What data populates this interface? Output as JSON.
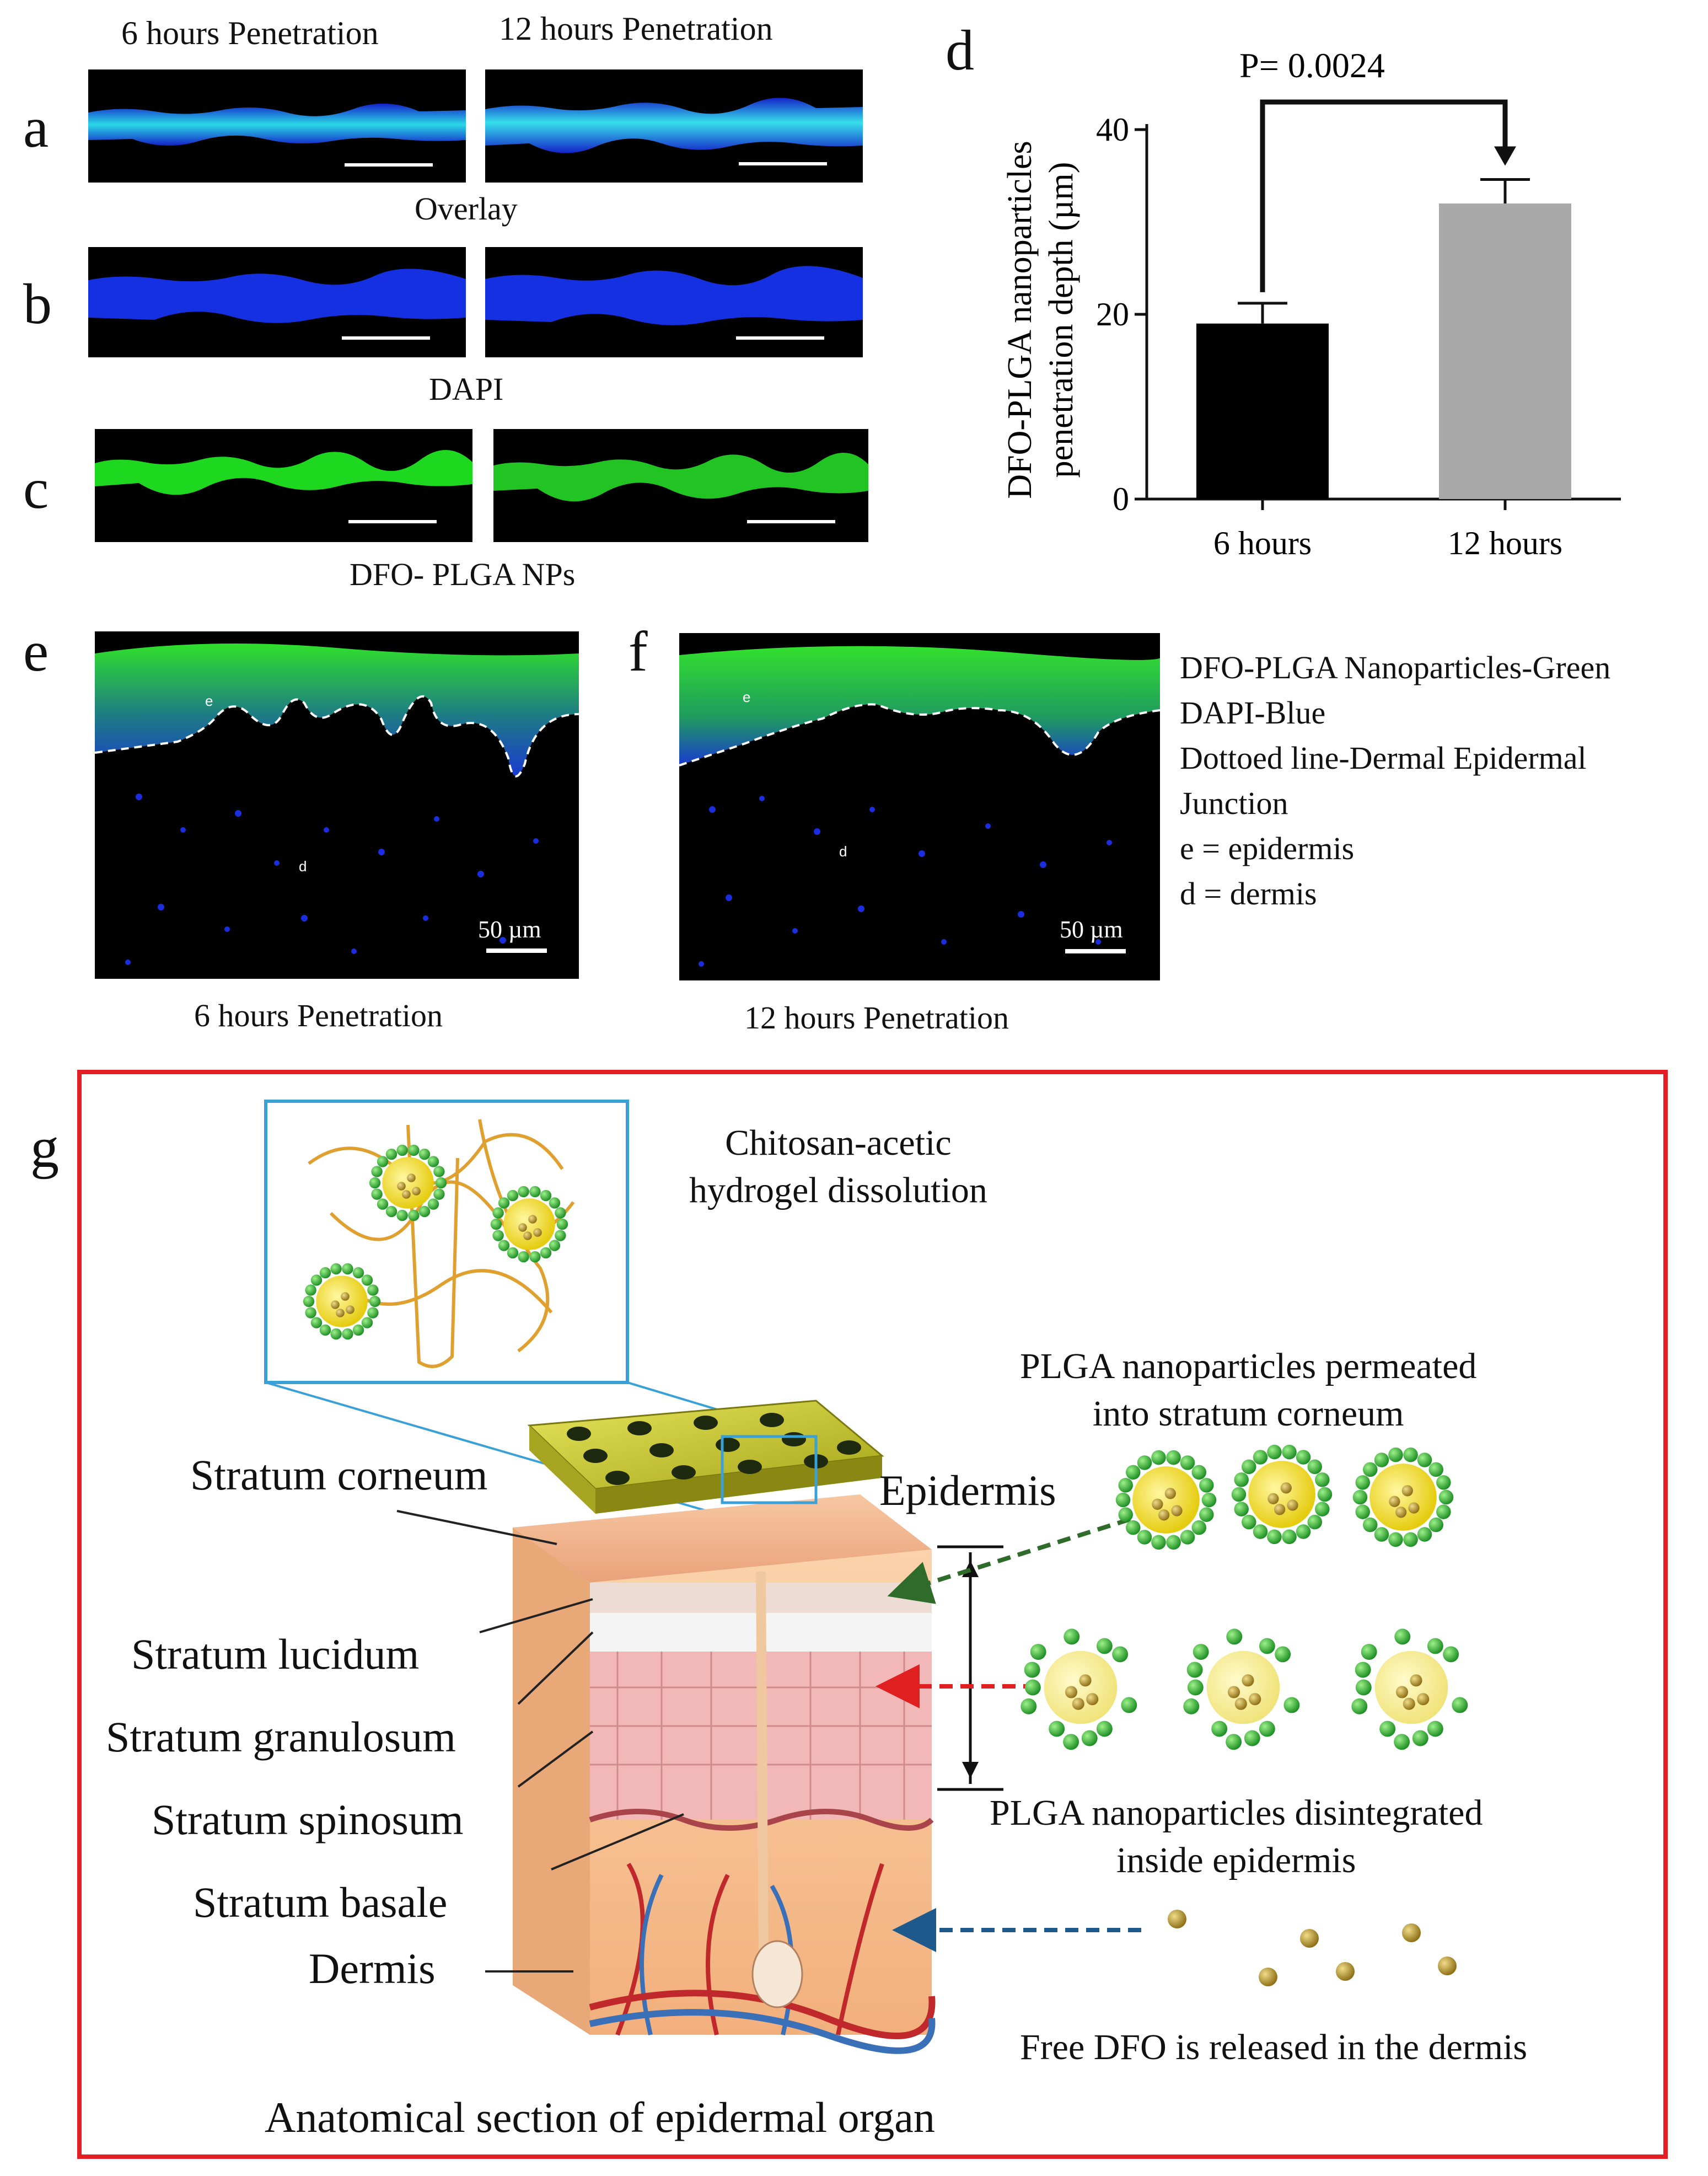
{
  "panels": {
    "a": {
      "letter": "a",
      "col_titles": [
        "6 hours Penetration",
        "12 hours Penetration"
      ],
      "caption": "Overlay"
    },
    "b": {
      "letter": "b",
      "caption": "DAPI"
    },
    "c": {
      "letter": "c",
      "caption": "DFO- PLGA NPs"
    },
    "d": {
      "letter": "d"
    },
    "e": {
      "letter": "e",
      "scale_label": "50 µm",
      "caption": "6 hours Penetration",
      "mark_e": "e",
      "mark_d": "d"
    },
    "f": {
      "letter": "f",
      "scale_label": "50 µm",
      "caption": "12 hours Penetration",
      "mark_e": "e",
      "mark_d": "d"
    },
    "g": {
      "letter": "g"
    }
  },
  "legend": [
    "DFO-PLGA Nanoparticles-Green",
    "DAPI-Blue",
    "Dottoed line-Dermal Epidermal",
    "Junction",
    "e = epidermis",
    "d = dermis"
  ],
  "chart_data": {
    "type": "bar",
    "categories": [
      "6 hours",
      "12 hours"
    ],
    "values": [
      19,
      32
    ],
    "errors": [
      2.2,
      2.6
    ],
    "ylabel": "DFO-PLGA nanoparticles penetration depth (µm)",
    "ylabel_lines": [
      "DFO-PLGA nanoparticles",
      "penetration depth (µm)"
    ],
    "ylim": [
      0,
      40
    ],
    "yticks": [
      "0",
      "20",
      "40"
    ],
    "annotation": "P= 0.0024",
    "colors": [
      "#000000",
      "#a9a9a9"
    ]
  },
  "schematic": {
    "hydrogel_label": [
      "Chitosan-acetic",
      "hydrogel dissolution"
    ],
    "permeated_label": [
      "PLGA nanoparticles permeated",
      "into stratum corneum"
    ],
    "disintegrated_label": [
      "PLGA nanoparticles disintegrated",
      "inside epidermis"
    ],
    "free_dfo_label": "Free DFO is released in the dermis",
    "epidermis_label": "Epidermis",
    "section_title": "Anatomical section of epidermal organ",
    "layers": [
      "Stratum corneum",
      "Stratum lucidum",
      "Stratum granulosum",
      "Stratum spinosum",
      "Stratum basale",
      "Dermis"
    ],
    "colors": {
      "frame": "#e31e24",
      "zoom_box": "#3aa0d8",
      "np_green": "#1fa12a",
      "np_core": "#f2e02c",
      "drug": "#b89628",
      "arrow_green": "#2f6b2a",
      "arrow_red": "#e02020",
      "arrow_blue": "#1e5a8c"
    }
  }
}
